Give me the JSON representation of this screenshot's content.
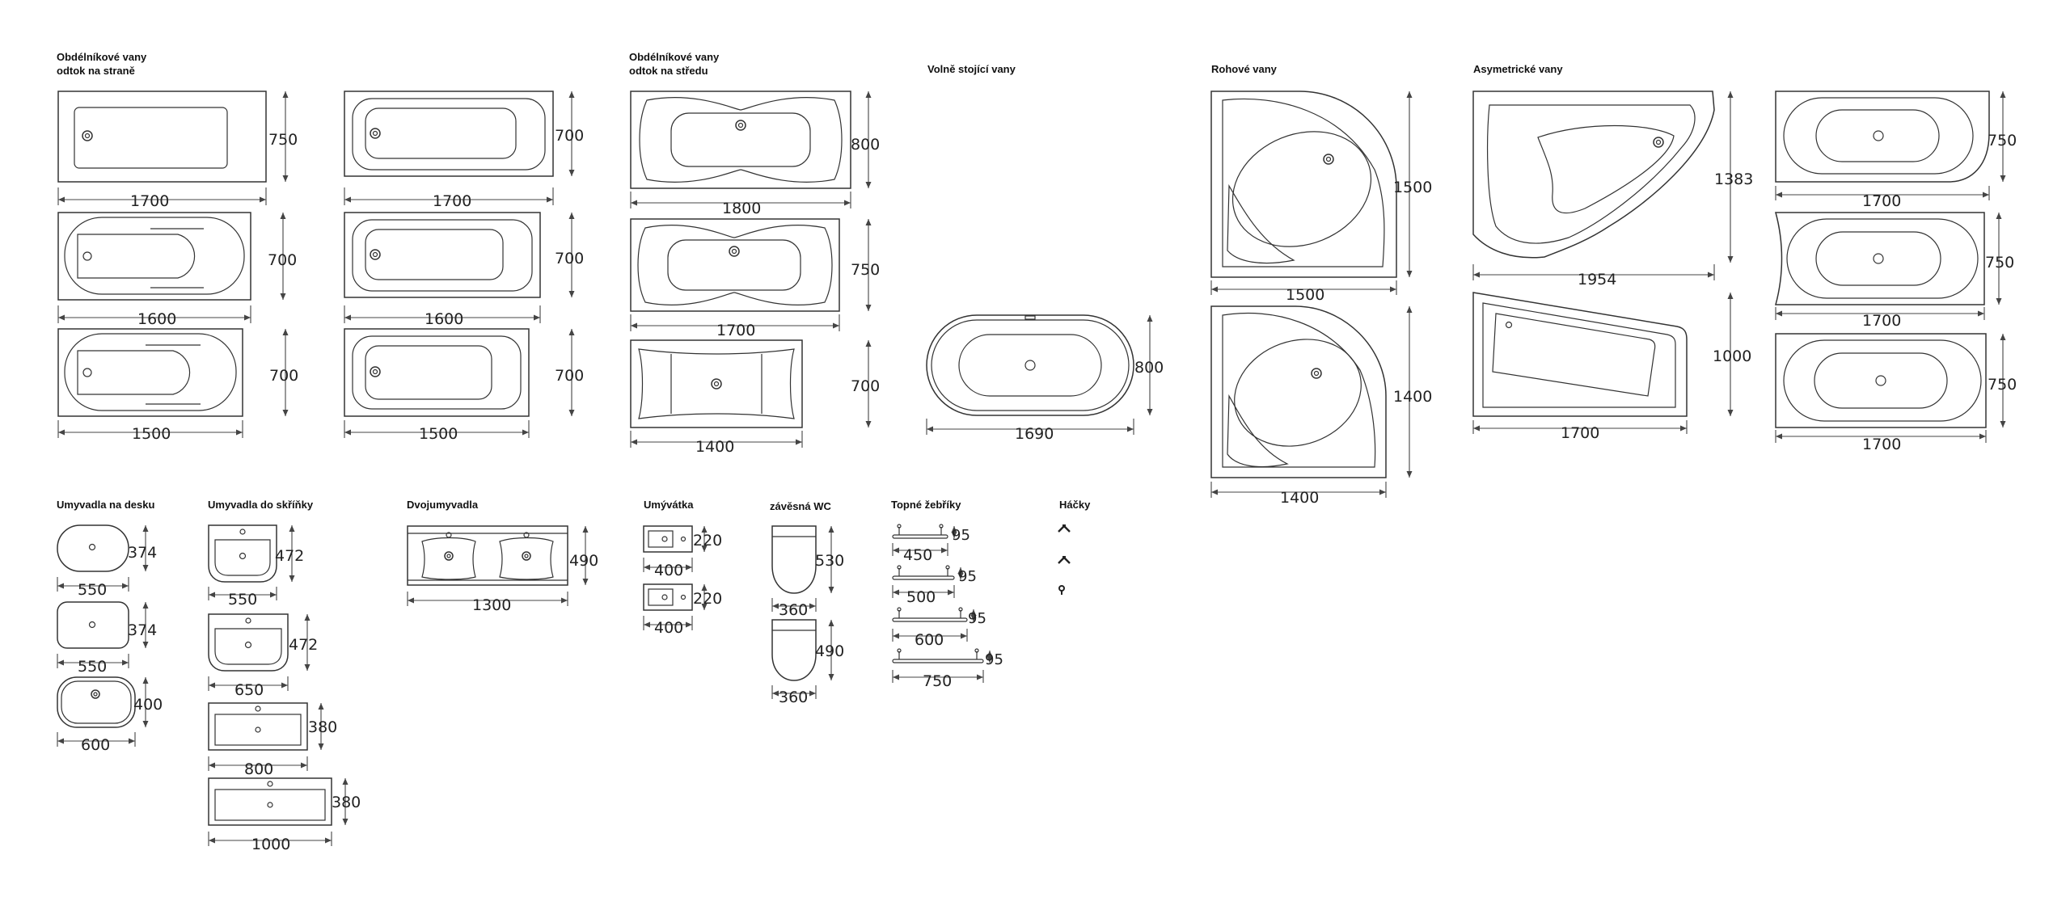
{
  "sections": {
    "rect_side_1": "Obdélníkové vany",
    "rect_side_2": "odtok na straně",
    "rect_center_1": "Obdélníkové vany",
    "rect_center_2": "odtok na středu",
    "freestanding": "Volně stojící vany",
    "corner": "Rohové vany",
    "asymmetric": "Asymetrické vany",
    "countertop_basins": "Umyvadla na desku",
    "cabinet_basins": "Umyvadla do skříňky",
    "double_basins": "Dvojumyvadla",
    "small_basins": "Umývátka",
    "wall_wc": "závěsná WC",
    "towel_rails": "Topné žebříky",
    "hooks": "Háčky"
  },
  "dims": {
    "a1w": "1700",
    "a1h": "750",
    "a2w": "1600",
    "a2h": "700",
    "a3w": "1500",
    "a3h": "700",
    "b1w": "1700",
    "b1h": "700",
    "b2w": "1600",
    "b2h": "700",
    "b3w": "1500",
    "b3h": "700",
    "c1w": "1800",
    "c1h": "800",
    "c2w": "1700",
    "c2h": "750",
    "c3w": "1400",
    "c3h": "700",
    "dw": "1690",
    "dh": "800",
    "e1w": "1500",
    "e1h": "1500",
    "e2w": "1400",
    "e2h": "1400",
    "f1w": "1954",
    "f1h": "1383",
    "f2w": "1700",
    "f2h": "1000",
    "g1w": "1700",
    "g1h": "750",
    "g2w": "1700",
    "g2h": "750",
    "g3w": "1700",
    "g3h": "750",
    "h1w": "550",
    "h1h": "374",
    "h2w": "550",
    "h2h": "374",
    "h3w": "600",
    "h3h": "400",
    "i1w": "550",
    "i1h": "472",
    "i2w": "650",
    "i2h": "472",
    "i3w": "800",
    "i3h": "380",
    "i4w": "1000",
    "i4h": "380",
    "jw": "1300",
    "jh": "490",
    "k1w": "400",
    "k1h": "220",
    "k2w": "400",
    "k2h": "220",
    "l1w": "360",
    "l1h": "530",
    "l2w": "360",
    "l2h": "490",
    "m1w": "450",
    "m1h": "95",
    "m2w": "500",
    "m2h": "95",
    "m3w": "600",
    "m3h": "95",
    "m4w": "750",
    "m4h": "95"
  }
}
